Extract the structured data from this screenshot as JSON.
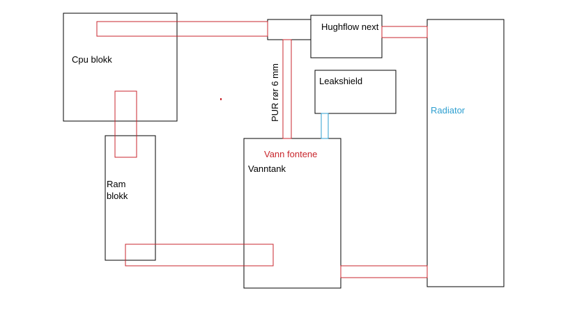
{
  "labels": {
    "cpu": "Cpu blokk",
    "ram_line1": "Ram",
    "ram_line2": "blokk",
    "hughflow": "Hughflow next",
    "leakshield": "Leakshield",
    "radiator": "Radiator",
    "vann_fontene": "Vann fontene",
    "vanntank": "Vanntank",
    "pur": "PUR rør 6 mm"
  },
  "colors": {
    "box": "#000000",
    "tube": "#c8262c",
    "blue_tube": "#2e9fd0",
    "radiator_text": "#2e9fd0",
    "fontene_text": "#c8262c"
  }
}
